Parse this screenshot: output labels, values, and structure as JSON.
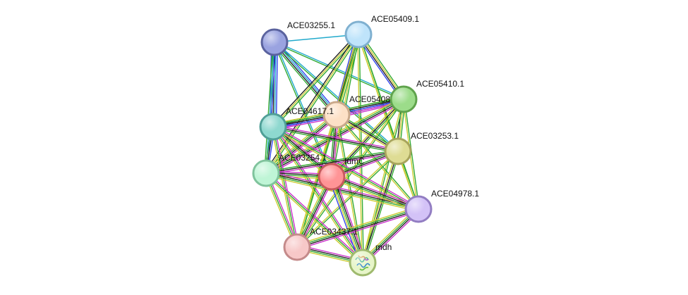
{
  "network": {
    "nodes": [
      {
        "id": "ACE03255.1",
        "label": "ACE03255.1",
        "fill": "#9aa3e0",
        "stroke": "#5a629e",
        "structure": false
      },
      {
        "id": "ACE05409.1",
        "label": "ACE05409.1",
        "fill": "#bfe4fb",
        "stroke": "#7fb0d0",
        "structure": false
      },
      {
        "id": "ACE05410.1",
        "label": "ACE05410.1",
        "fill": "#9cdc8a",
        "stroke": "#5fa34c",
        "structure": false
      },
      {
        "id": "ACE05408",
        "label": "ACE05408",
        "fill": "#fde0c6",
        "stroke": "#c9a88a",
        "structure": false
      },
      {
        "id": "ACE04617.1",
        "label": "ACE04617.1",
        "fill": "#8ed8cf",
        "stroke": "#4f9f97",
        "structure": false
      },
      {
        "id": "ACE03253.1",
        "label": "ACE03253.1",
        "fill": "#dedc94",
        "stroke": "#a7a45c",
        "structure": false
      },
      {
        "id": "ACE03254.1",
        "label": "ACE03254.1",
        "fill": "#bff5d6",
        "stroke": "#7fc39c",
        "structure": false
      },
      {
        "id": "fumC",
        "label": "fumC",
        "fill": "#ff9496",
        "stroke": "#c75a5c",
        "structure": false
      },
      {
        "id": "ACE04978.1",
        "label": "ACE04978.1",
        "fill": "#d3c2f7",
        "stroke": "#927dc2",
        "structure": false
      },
      {
        "id": "ACE03437.1",
        "label": "ACE03437.1",
        "fill": "#f7c8c8",
        "stroke": "#c48a8a",
        "structure": false
      },
      {
        "id": "mdh",
        "label": "mdh",
        "fill": "#e7f5c9",
        "stroke": "#9fba6e",
        "structure": true
      }
    ],
    "edges": [
      {
        "a": "ACE03255.1",
        "b": "ACE05409.1",
        "colors": [
          "#22aacc"
        ]
      },
      {
        "a": "ACE03255.1",
        "b": "ACE04617.1",
        "colors": [
          "#3344ee",
          "#22aacc",
          "#222222",
          "#33aa33",
          "#3344ee"
        ]
      },
      {
        "a": "ACE03255.1",
        "b": "ACE05408",
        "colors": [
          "#3344ee",
          "#22aacc",
          "#222222",
          "#33aa33"
        ]
      },
      {
        "a": "ACE03255.1",
        "b": "ACE03254.1",
        "colors": [
          "#3344ee",
          "#22aacc",
          "#33aa33"
        ]
      },
      {
        "a": "ACE03255.1",
        "b": "fumC",
        "colors": [
          "#22aacc",
          "#33aa33"
        ]
      },
      {
        "a": "ACE03255.1",
        "b": "ACE05410.1",
        "colors": [
          "#22aacc",
          "#33aa33"
        ]
      },
      {
        "a": "ACE03255.1",
        "b": "ACE03253.1",
        "colors": [
          "#22aacc",
          "#33aa33"
        ]
      },
      {
        "a": "ACE05409.1",
        "b": "ACE05410.1",
        "colors": [
          "#33aa33",
          "#cccc33",
          "#222222",
          "#3344ee"
        ]
      },
      {
        "a": "ACE05409.1",
        "b": "ACE05408",
        "colors": [
          "#33aa33",
          "#cccc33",
          "#222222",
          "#3344ee"
        ]
      },
      {
        "a": "ACE05409.1",
        "b": "ACE04617.1",
        "colors": [
          "#33aa33",
          "#cccc33",
          "#222222"
        ]
      },
      {
        "a": "ACE05409.1",
        "b": "ACE03253.1",
        "colors": [
          "#33aa33",
          "#cccc33"
        ]
      },
      {
        "a": "ACE05409.1",
        "b": "ACE03254.1",
        "colors": [
          "#33aa33",
          "#cccc33",
          "#222222"
        ]
      },
      {
        "a": "ACE05409.1",
        "b": "fumC",
        "colors": [
          "#33aa33",
          "#cccc33"
        ]
      },
      {
        "a": "ACE05409.1",
        "b": "mdh",
        "colors": [
          "#33aa33",
          "#cccc33"
        ]
      },
      {
        "a": "ACE05409.1",
        "b": "ACE04978.1",
        "colors": [
          "#33aa33",
          "#cccc33"
        ]
      },
      {
        "a": "ACE05409.1",
        "b": "ACE03437.1",
        "colors": [
          "#33aa33",
          "#cccc33"
        ]
      },
      {
        "a": "ACE05410.1",
        "b": "ACE05408",
        "colors": [
          "#cc33cc",
          "#3344ee",
          "#222222",
          "#33aa33",
          "#cccc33"
        ]
      },
      {
        "a": "ACE05410.1",
        "b": "ACE04617.1",
        "colors": [
          "#cc33cc",
          "#3344ee",
          "#222222",
          "#33aa33"
        ]
      },
      {
        "a": "ACE05410.1",
        "b": "ACE03253.1",
        "colors": [
          "#33aa33",
          "#cccc33",
          "#222222"
        ]
      },
      {
        "a": "ACE05410.1",
        "b": "ACE03254.1",
        "colors": [
          "#cc33cc",
          "#222222",
          "#33aa33",
          "#cccc33"
        ]
      },
      {
        "a": "ACE05410.1",
        "b": "fumC",
        "colors": [
          "#33aa33",
          "#222222",
          "#cccc33"
        ]
      },
      {
        "a": "ACE05410.1",
        "b": "ACE04978.1",
        "colors": [
          "#33aa33",
          "#cccc33"
        ]
      },
      {
        "a": "ACE05410.1",
        "b": "mdh",
        "colors": [
          "#33aa33",
          "#cccc33"
        ]
      },
      {
        "a": "ACE05410.1",
        "b": "ACE03437.1",
        "colors": [
          "#33aa33",
          "#cccc33"
        ]
      },
      {
        "a": "ACE05408",
        "b": "ACE04617.1",
        "colors": [
          "#cc33cc",
          "#3344ee",
          "#222222",
          "#33aa33",
          "#cccc33"
        ]
      },
      {
        "a": "ACE05408",
        "b": "ACE03253.1",
        "colors": [
          "#33aa33",
          "#222222",
          "#cccc33"
        ]
      },
      {
        "a": "ACE05408",
        "b": "ACE03254.1",
        "colors": [
          "#cc33cc",
          "#222222",
          "#33aa33",
          "#cccc33"
        ]
      },
      {
        "a": "ACE05408",
        "b": "fumC",
        "colors": [
          "#cc33cc",
          "#222222",
          "#33aa33"
        ]
      },
      {
        "a": "ACE05408",
        "b": "mdh",
        "colors": [
          "#33aa33",
          "#cccc33"
        ]
      },
      {
        "a": "ACE05408",
        "b": "ACE03437.1",
        "colors": [
          "#33aa33",
          "#cccc33"
        ]
      },
      {
        "a": "ACE05408",
        "b": "ACE04978.1",
        "colors": [
          "#33aa33",
          "#cccc33"
        ]
      },
      {
        "a": "ACE04617.1",
        "b": "ACE03254.1",
        "colors": [
          "#3344ee",
          "#222222",
          "#33aa33"
        ]
      },
      {
        "a": "ACE04617.1",
        "b": "ACE03253.1",
        "colors": [
          "#cc33cc",
          "#222222",
          "#33aa33"
        ]
      },
      {
        "a": "ACE04617.1",
        "b": "fumC",
        "colors": [
          "#cc33cc",
          "#222222",
          "#33aa33",
          "#cccc33"
        ]
      },
      {
        "a": "ACE04617.1",
        "b": "mdh",
        "colors": [
          "#cc33cc",
          "#33aa33",
          "#cccc33"
        ]
      },
      {
        "a": "ACE04617.1",
        "b": "ACE03437.1",
        "colors": [
          "#cc33cc",
          "#33aa33",
          "#cccc33"
        ]
      },
      {
        "a": "ACE04617.1",
        "b": "ACE04978.1",
        "colors": [
          "#cc33cc",
          "#33aa33",
          "#cccc33"
        ]
      },
      {
        "a": "ACE03253.1",
        "b": "ACE03254.1",
        "colors": [
          "#cc33cc",
          "#222222",
          "#33aa33"
        ]
      },
      {
        "a": "ACE03253.1",
        "b": "fumC",
        "colors": [
          "#cc33cc",
          "#222222",
          "#33aa33"
        ]
      },
      {
        "a": "ACE03253.1",
        "b": "ACE04978.1",
        "colors": [
          "#33aa33",
          "#cccc33"
        ]
      },
      {
        "a": "ACE03253.1",
        "b": "mdh",
        "colors": [
          "#33aa33",
          "#222222",
          "#cccc33"
        ]
      },
      {
        "a": "ACE03253.1",
        "b": "ACE03437.1",
        "colors": [
          "#33aa33",
          "#cccc33"
        ]
      },
      {
        "a": "ACE03254.1",
        "b": "fumC",
        "colors": [
          "#cc33cc",
          "#222222",
          "#33aa33",
          "#cccc33"
        ]
      },
      {
        "a": "ACE03254.1",
        "b": "ACE04978.1",
        "colors": [
          "#cc33cc",
          "#222222",
          "#33aa33",
          "#cccc33"
        ]
      },
      {
        "a": "ACE03254.1",
        "b": "ACE03437.1",
        "colors": [
          "#cc33cc",
          "#33aa33",
          "#cccc33"
        ]
      },
      {
        "a": "ACE03254.1",
        "b": "mdh",
        "colors": [
          "#cc33cc",
          "#33aa33",
          "#cccc33"
        ]
      },
      {
        "a": "fumC",
        "b": "ACE04978.1",
        "colors": [
          "#cc33cc",
          "#222222",
          "#33aa33",
          "#cccc33"
        ]
      },
      {
        "a": "fumC",
        "b": "ACE03437.1",
        "colors": [
          "#cc33cc",
          "#222222",
          "#33aa33",
          "#cccc33"
        ]
      },
      {
        "a": "fumC",
        "b": "mdh",
        "colors": [
          "#cc33cc",
          "#222222",
          "#33aa33",
          "#cccc33",
          "#3344ee"
        ]
      },
      {
        "a": "ACE04978.1",
        "b": "mdh",
        "colors": [
          "#cc33cc",
          "#222222",
          "#33aa33",
          "#cccc33"
        ]
      },
      {
        "a": "ACE04978.1",
        "b": "ACE03437.1",
        "colors": [
          "#cc33cc",
          "#222222",
          "#33aa33",
          "#cccc33"
        ]
      },
      {
        "a": "ACE03437.1",
        "b": "mdh",
        "colors": [
          "#cc33cc",
          "#222222",
          "#33aa33",
          "#cccc33"
        ]
      }
    ]
  }
}
